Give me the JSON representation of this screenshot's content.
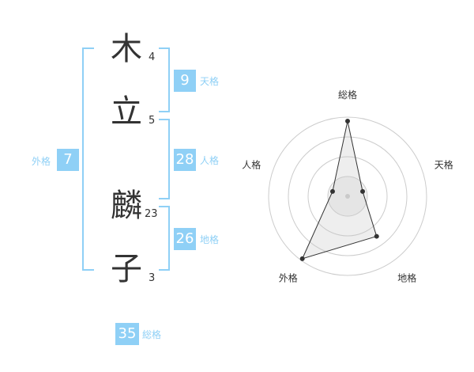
{
  "characters": [
    {
      "char": "木",
      "strokes": "4"
    },
    {
      "char": "立",
      "strokes": "5"
    },
    {
      "char": "麟",
      "strokes": "23"
    },
    {
      "char": "子",
      "strokes": "3"
    }
  ],
  "fortunes": {
    "tenkaku": {
      "value": "9",
      "label": "天格"
    },
    "jinkaku": {
      "value": "28",
      "label": "人格"
    },
    "chikaku": {
      "value": "26",
      "label": "地格"
    },
    "gaikaku": {
      "value": "7",
      "label": "外格"
    },
    "soukaku": {
      "value": "35",
      "label": "総格"
    }
  },
  "radar": {
    "axes": [
      "総格",
      "天格",
      "地格",
      "外格",
      "人格"
    ],
    "levels": 4,
    "values": [
      3.8,
      0.8,
      2.5,
      3.9,
      0.8
    ],
    "max": 4
  }
}
